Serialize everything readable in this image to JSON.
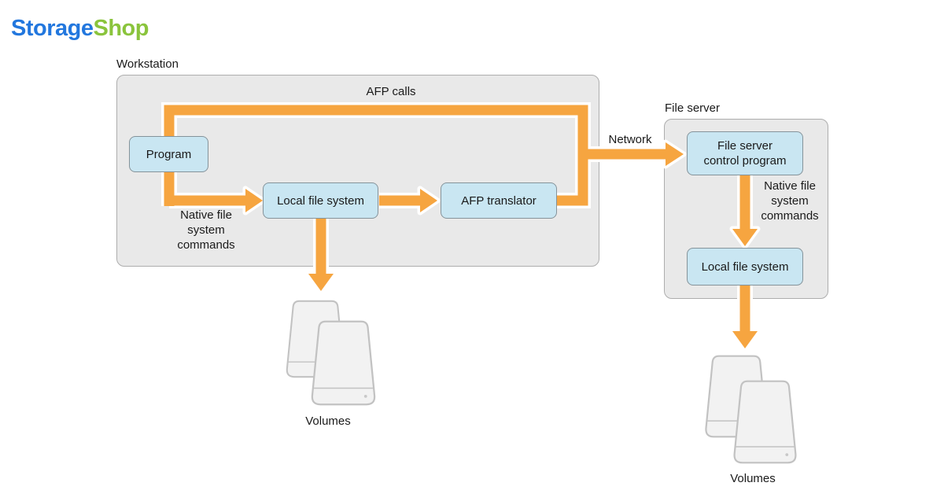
{
  "logo": {
    "part1": "Storage",
    "part2": "Shop"
  },
  "workstation": {
    "label": "Workstation",
    "afp_calls_label": "AFP calls",
    "program_label": "Program",
    "native_commands_label": "Native file\nsystem\ncommands",
    "local_file_system_label": "Local file system",
    "afp_translator_label": "AFP translator",
    "volumes_label": "Volumes"
  },
  "network_label": "Network",
  "file_server": {
    "label": "File server",
    "control_program_label": "File server\ncontrol program",
    "native_commands_label": "Native file\nsystem\ncommands",
    "local_file_system_label": "Local file system",
    "volumes_label": "Volumes"
  },
  "icons": {
    "volumes_left": "disk-icons",
    "volumes_right": "disk-icons"
  },
  "colors": {
    "logo-blue": "#2277DE",
    "logo-green": "#8AC43C",
    "arrow-orange": "#F6A540",
    "box-blue": "#C9E6F2",
    "box-border": "#85939A",
    "panel-gray": "#E9E9E9",
    "panel-border": "#ADADAD",
    "text": "#1A1A1A"
  }
}
